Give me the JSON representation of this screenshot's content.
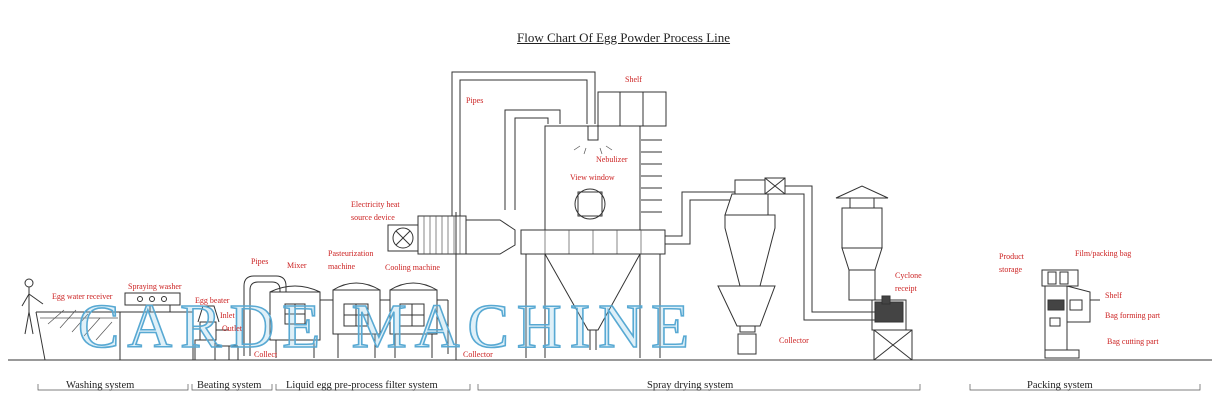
{
  "title": "Flow Chart Of Egg Powder Process Line",
  "watermark": "CARDE MACHINE",
  "colors": {
    "label": "#cc2222",
    "line": "#333333",
    "watermark": "#58a9d3",
    "section_text": "#222222"
  },
  "labels": {
    "egg_water_receiver": "Egg water receiver",
    "spraying_washer": "Spraying washer",
    "egg_beater": "Egg beater",
    "inlet": "Inlet",
    "outlet": "Outlet",
    "collect_1": "Collect",
    "pipes_1": "Pipes",
    "mixer": "Mixer",
    "pasteurization_line1": "Pasteurization",
    "pasteurization_line2": "machine",
    "cooling_machine": "Cooling machine",
    "electricity_line1": "Electricity heat",
    "electricity_line2": "source device",
    "collector_1": "Collector",
    "pipes_2": "Pipes",
    "shelf_1": "Shelf",
    "nebulizer": "Nebulizer",
    "view_window": "View window",
    "collector_2": "Collector",
    "cyclone_line1": "Cyclone",
    "cyclone_line2": "receipt",
    "product_line1": "Product",
    "product_line2": "storage",
    "film_packing_bag": "Film/packing bag",
    "shelf_2": "Shelf",
    "bag_forming_part": "Bag forming part",
    "bag_cutting_part": "Bag cutting part"
  },
  "sections": [
    {
      "label": "Washing system"
    },
    {
      "label": "Beating system"
    },
    {
      "label": "Liquid egg pre-process filter system"
    },
    {
      "label": "Spray drying system"
    },
    {
      "label": "Packing system"
    }
  ]
}
